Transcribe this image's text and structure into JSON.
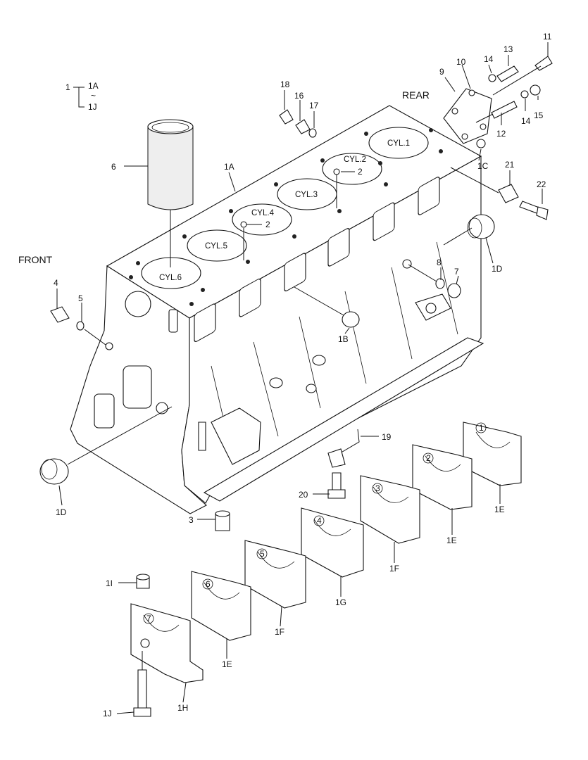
{
  "index_note": {
    "item": "1",
    "from": "1A",
    "tilde": "~",
    "to": "1J"
  },
  "orientation": {
    "rear": "REAR",
    "front": "FRONT"
  },
  "cylinders": [
    "CYL.1",
    "CYL.2",
    "CYL.3",
    "CYL.4",
    "CYL.5",
    "CYL.6"
  ],
  "callouts": {
    "c11": "11",
    "c13": "13",
    "c14a": "14",
    "c10": "10",
    "c9": "9",
    "c18": "18",
    "c16": "16",
    "c17": "17",
    "c15": "15",
    "c14b": "14",
    "c12": "12",
    "c1c": "1C",
    "c6": "6",
    "c1a": "1A",
    "c2a": "2",
    "c21": "21",
    "c22": "22",
    "c2b": "2",
    "c1d_top": "1D",
    "c8": "8",
    "c7": "7",
    "c4": "4",
    "c5": "5",
    "c1b": "1B",
    "c19": "19",
    "c1d_bot": "1D",
    "c20": "20",
    "c3": "3",
    "c1e_a": "1E",
    "c1e_b": "1E",
    "c1f_a": "1F",
    "c1g": "1G",
    "c1i": "1I",
    "c1f_b": "1F",
    "c1e_c": "1E",
    "c1j": "1J",
    "c1h": "1H"
  },
  "cap_numbers": [
    "1",
    "2",
    "3",
    "4",
    "5",
    "6",
    "7"
  ]
}
